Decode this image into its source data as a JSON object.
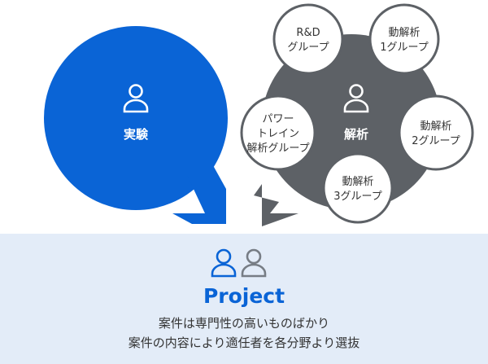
{
  "experiment": {
    "label": "実験"
  },
  "analysis": {
    "label": "解析",
    "groups": [
      {
        "lines": [
          "R&D",
          "グループ"
        ]
      },
      {
        "lines": [
          "動解析",
          "1グループ"
        ]
      },
      {
        "lines": [
          "パワー",
          "トレイン",
          "解析グループ"
        ]
      },
      {
        "lines": [
          "動解析",
          "2グループ"
        ]
      },
      {
        "lines": [
          "動解析",
          "3グループ"
        ]
      }
    ]
  },
  "project": {
    "title": "Project",
    "lines": [
      "案件は専門性の高いものばかり",
      "案件の内容により適任者を各分野より選抜"
    ]
  },
  "colors": {
    "accent": "#0a64d6",
    "analysis": "#5d6166",
    "project_band": "#e3ecf8",
    "group_circle_border": "#5d6166"
  }
}
